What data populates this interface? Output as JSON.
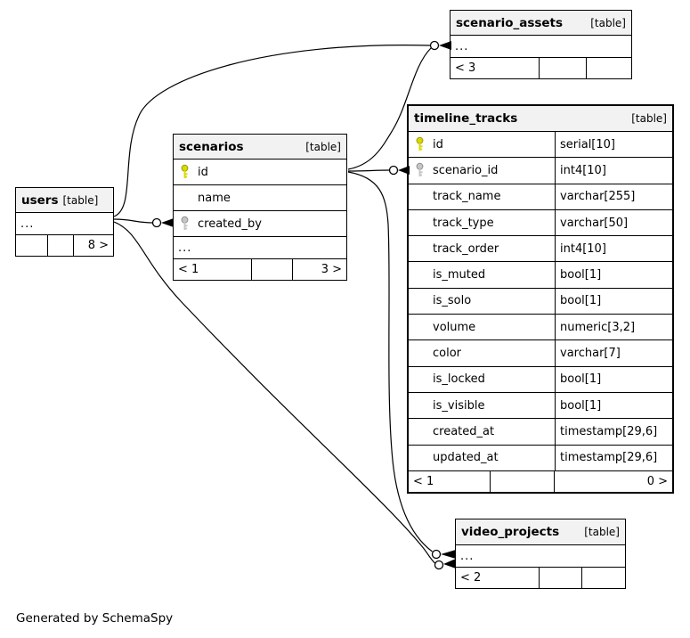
{
  "note": "Generated by SchemaSpy",
  "colors": {
    "header_bg": "#f2f2f2",
    "border": "#000000",
    "primary_key": "#d9d900",
    "foreign_key": "#c6c6c6"
  },
  "tables": {
    "scenario_assets": {
      "name": "scenario_assets",
      "tag": "[table]",
      "ellipsis": "...",
      "footer": [
        "< 3",
        "",
        ""
      ]
    },
    "timeline_tracks": {
      "name": "timeline_tracks",
      "tag": "[table]",
      "columns": [
        {
          "name": "id",
          "type": "serial[10]",
          "key": "primary"
        },
        {
          "name": "scenario_id",
          "type": "int4[10]",
          "key": "foreign"
        },
        {
          "name": "track_name",
          "type": "varchar[255]",
          "key": ""
        },
        {
          "name": "track_type",
          "type": "varchar[50]",
          "key": ""
        },
        {
          "name": "track_order",
          "type": "int4[10]",
          "key": ""
        },
        {
          "name": "is_muted",
          "type": "bool[1]",
          "key": ""
        },
        {
          "name": "is_solo",
          "type": "bool[1]",
          "key": ""
        },
        {
          "name": "volume",
          "type": "numeric[3,2]",
          "key": ""
        },
        {
          "name": "color",
          "type": "varchar[7]",
          "key": ""
        },
        {
          "name": "is_locked",
          "type": "bool[1]",
          "key": ""
        },
        {
          "name": "is_visible",
          "type": "bool[1]",
          "key": ""
        },
        {
          "name": "created_at",
          "type": "timestamp[29,6]",
          "key": ""
        },
        {
          "name": "updated_at",
          "type": "timestamp[29,6]",
          "key": ""
        }
      ],
      "footer": [
        "< 1",
        "",
        "0 >"
      ]
    },
    "scenarios": {
      "name": "scenarios",
      "tag": "[table]",
      "columns": [
        {
          "name": "id",
          "key": "primary"
        },
        {
          "name": "name",
          "key": ""
        },
        {
          "name": "created_by",
          "key": "foreign"
        }
      ],
      "ellipsis": "...",
      "footer": [
        "< 1",
        "",
        "3 >"
      ]
    },
    "users": {
      "name": "users",
      "tag": "[table]",
      "ellipsis": "...",
      "footer": [
        "",
        "",
        "8 >"
      ]
    },
    "video_projects": {
      "name": "video_projects",
      "tag": "[table]",
      "ellipsis": "...",
      "footer": [
        "< 2",
        "",
        ""
      ]
    }
  }
}
